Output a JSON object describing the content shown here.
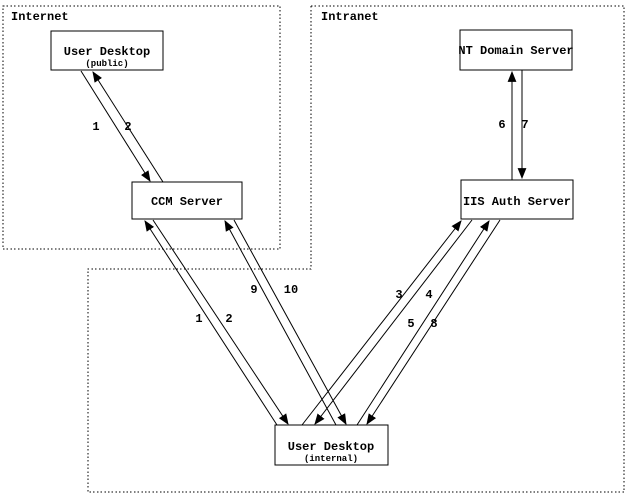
{
  "diagram": {
    "colors": {
      "background": "#ffffff",
      "line": "#000000",
      "text": "#000000"
    },
    "zones": [
      {
        "id": "internet",
        "label": "Internet"
      },
      {
        "id": "intranet",
        "label": "Intranet"
      }
    ],
    "nodes": [
      {
        "id": "user-desktop-public",
        "label": "User Desktop",
        "sublabel": "(public)",
        "zone": "internet"
      },
      {
        "id": "ccm-server",
        "label": "CCM Server",
        "zone": "internet"
      },
      {
        "id": "nt-domain-server",
        "label": "NT Domain Server",
        "zone": "intranet"
      },
      {
        "id": "iis-auth-server",
        "label": "IIS Auth Server",
        "zone": "intranet"
      },
      {
        "id": "user-desktop-internal",
        "label": "User Desktop",
        "sublabel": "(internal)",
        "zone": "intranet"
      }
    ],
    "edges": [
      {
        "label": "1",
        "from": "user-desktop-public",
        "to": "ccm-server"
      },
      {
        "label": "2",
        "from": "ccm-server",
        "to": "user-desktop-public"
      },
      {
        "label": "1",
        "from": "user-desktop-internal",
        "to": "ccm-server"
      },
      {
        "label": "2",
        "from": "ccm-server",
        "to": "user-desktop-internal"
      },
      {
        "label": "3",
        "from": "user-desktop-internal",
        "to": "iis-auth-server"
      },
      {
        "label": "4",
        "from": "iis-auth-server",
        "to": "user-desktop-internal"
      },
      {
        "label": "5",
        "from": "user-desktop-internal",
        "to": "iis-auth-server"
      },
      {
        "label": "6",
        "from": "iis-auth-server",
        "to": "nt-domain-server"
      },
      {
        "label": "7",
        "from": "nt-domain-server",
        "to": "iis-auth-server"
      },
      {
        "label": "8",
        "from": "iis-auth-server",
        "to": "user-desktop-internal"
      },
      {
        "label": "9",
        "from": "user-desktop-internal",
        "to": "ccm-server"
      },
      {
        "label": "10",
        "from": "ccm-server",
        "to": "user-desktop-internal"
      }
    ]
  }
}
